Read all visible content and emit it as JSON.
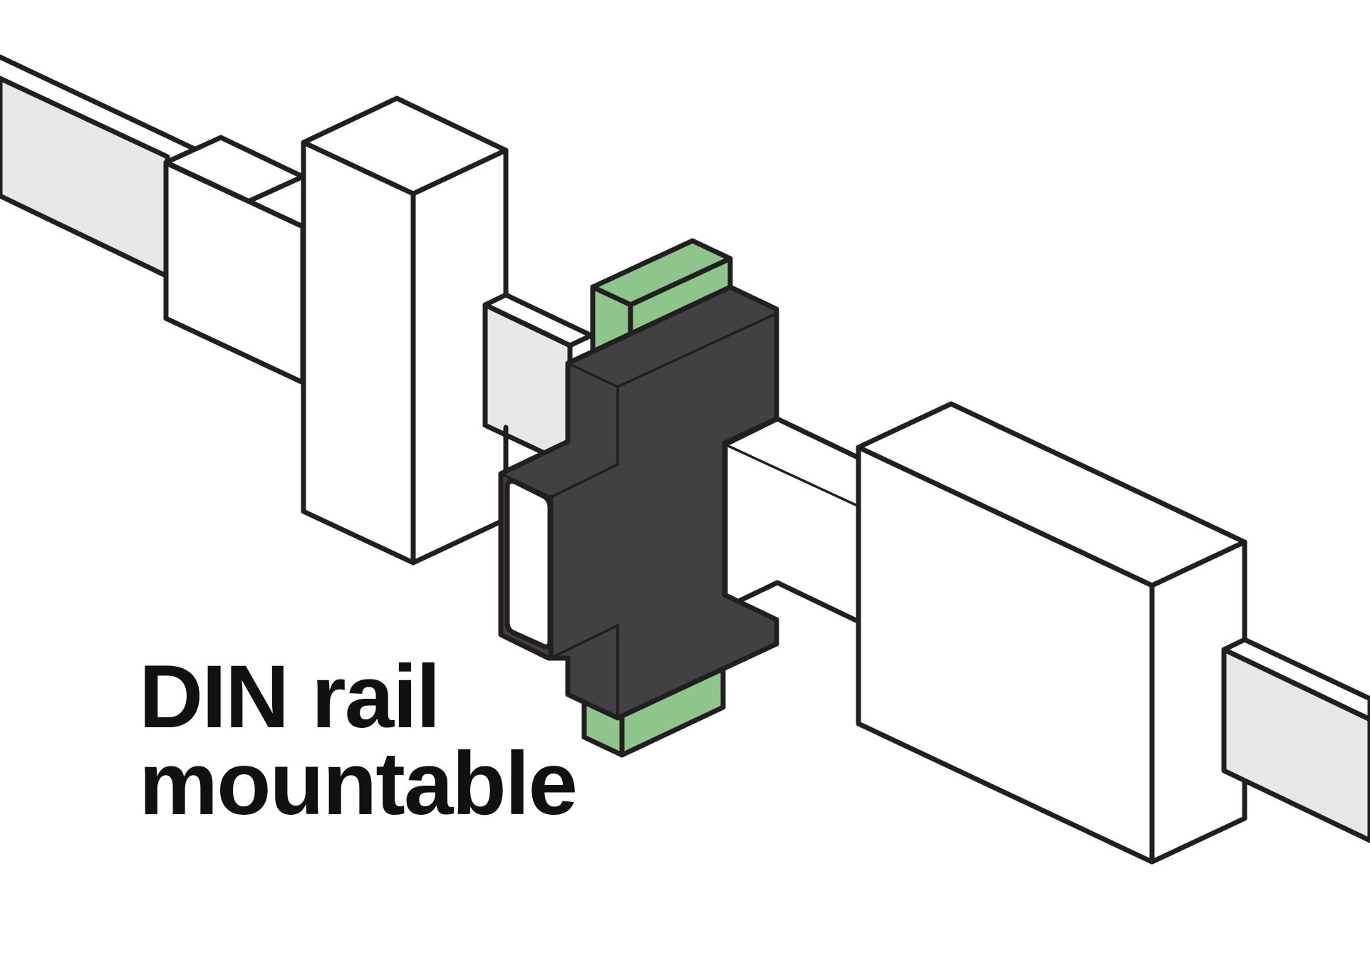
{
  "caption": {
    "line1": "DIN rail",
    "line2": "mountable"
  },
  "colors": {
    "rail": "#e6e7e8",
    "module": "#ffffff",
    "highlight_housing": "#414143",
    "highlight_terminals": "#8dc58a",
    "outline": "#231f20"
  },
  "icons": [
    "din-rail",
    "din-module",
    "terminal-block"
  ]
}
